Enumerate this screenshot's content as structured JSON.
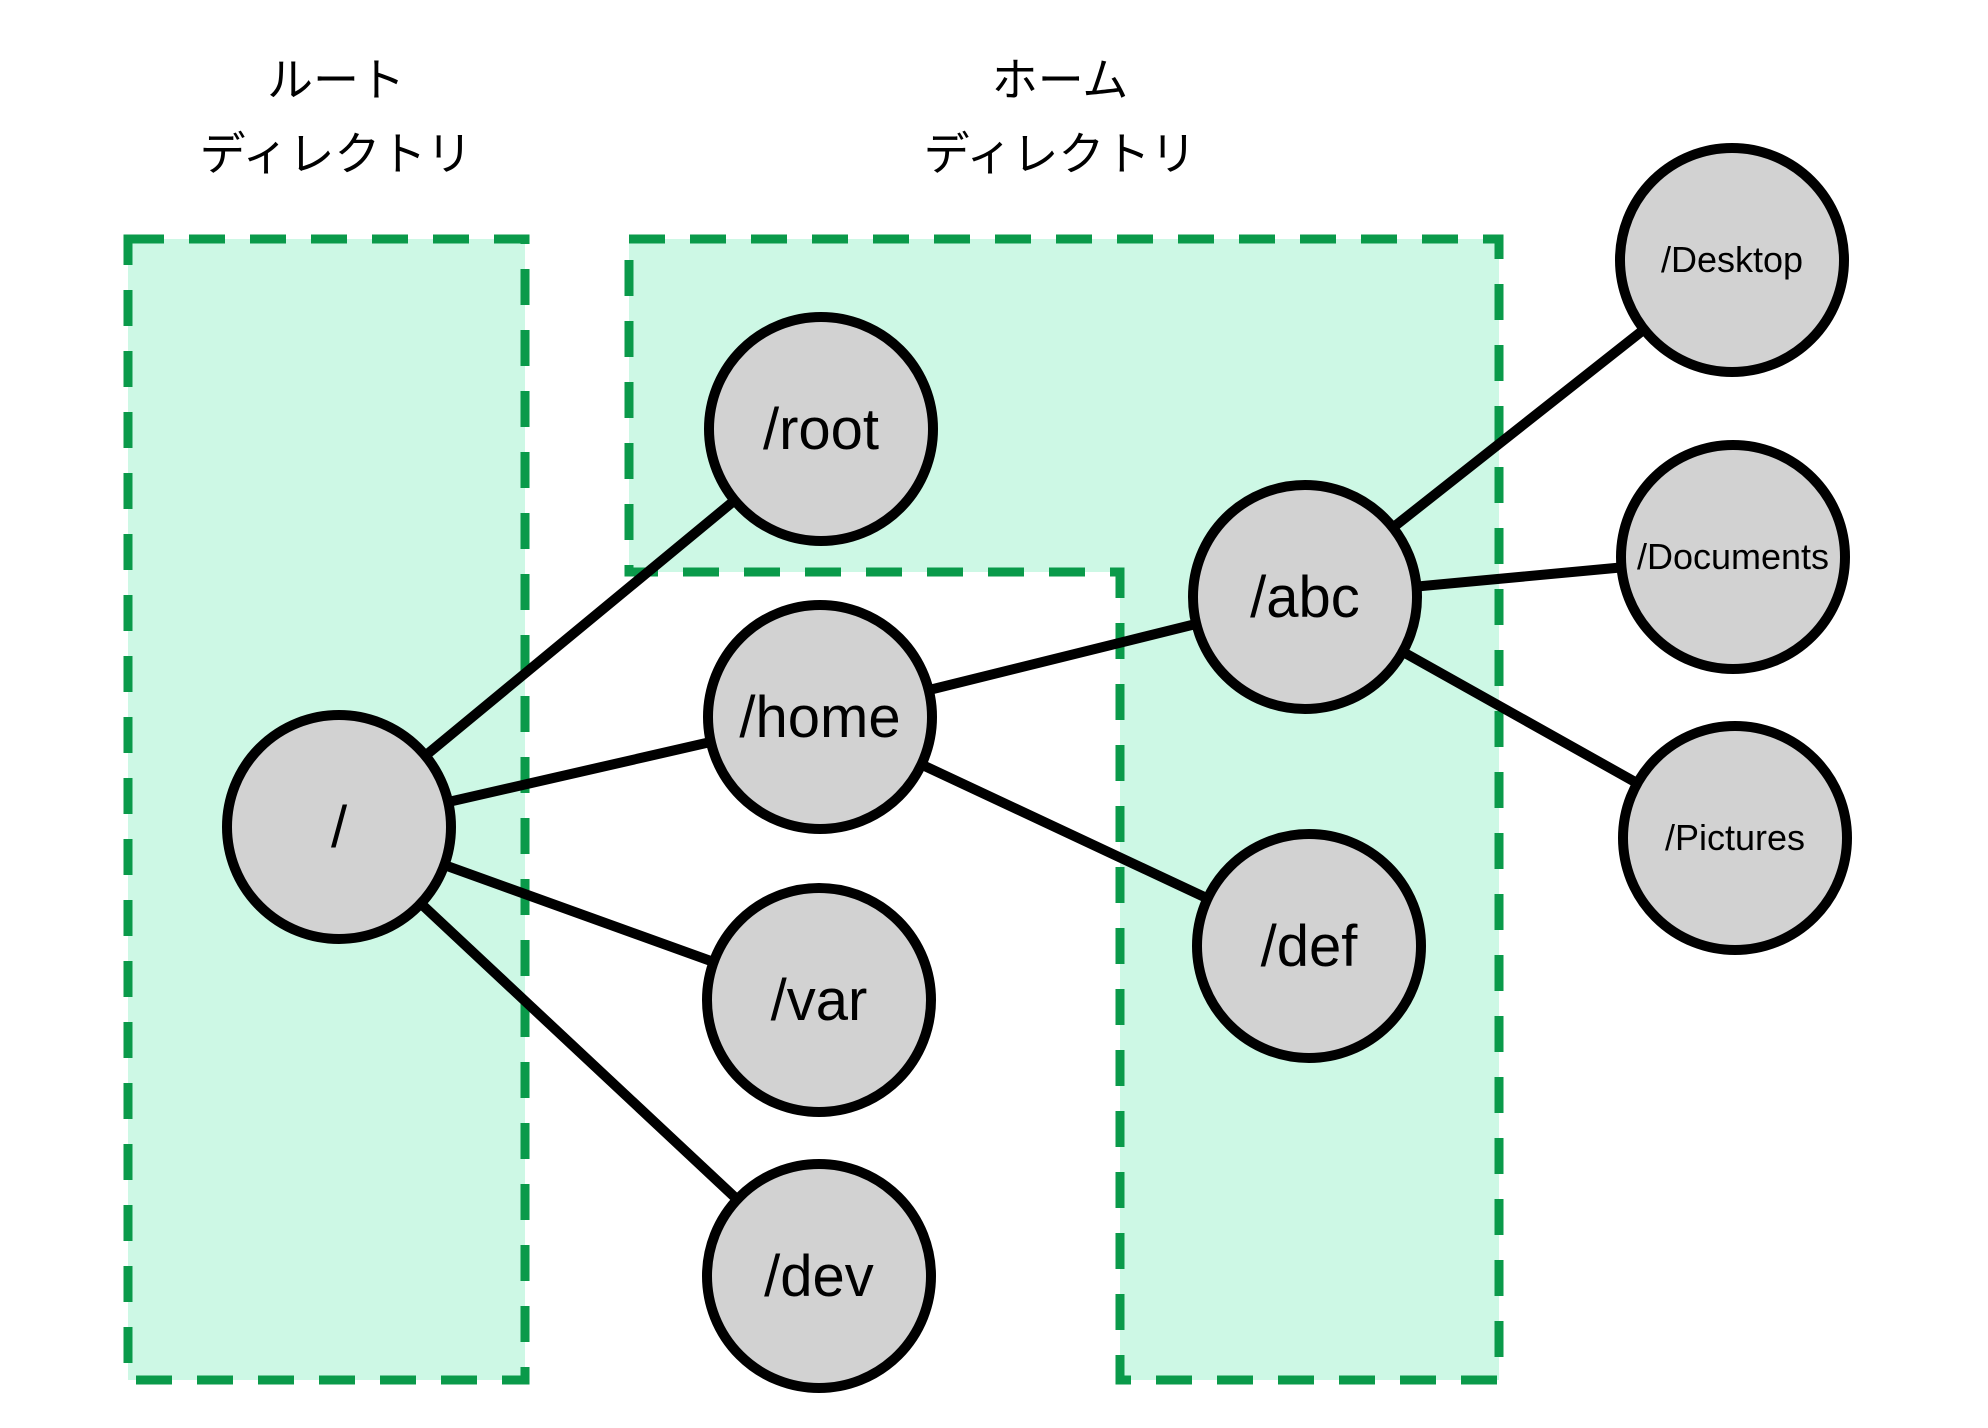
{
  "diagram_title": "Linux filesystem tree with root and home directory regions",
  "colors": {
    "background": "#ffffff",
    "region_fill": "#cdf8e5",
    "region_stroke": "#0a9a4a",
    "node_fill": "#d2d2d2",
    "node_stroke": "#000000",
    "edge_color": "#000000",
    "text_color": "#000000"
  },
  "regions": [
    {
      "id": "root-directory",
      "label_line1": "ルート",
      "label_line2": "ディレクトリ",
      "contains": [
        "/"
      ]
    },
    {
      "id": "home-directory",
      "label_line1": "ホーム",
      "label_line2": "ディレクトリ",
      "contains": [
        "/root",
        "/abc",
        "/def"
      ]
    }
  ],
  "nodes": [
    {
      "id": "slash",
      "label": "/"
    },
    {
      "id": "root",
      "label": "/root"
    },
    {
      "id": "home",
      "label": "/home"
    },
    {
      "id": "var",
      "label": "/var"
    },
    {
      "id": "dev",
      "label": "/dev"
    },
    {
      "id": "abc",
      "label": "/abc"
    },
    {
      "id": "def",
      "label": "/def"
    },
    {
      "id": "desktop",
      "label": "/Desktop"
    },
    {
      "id": "documents",
      "label": "/Documents"
    },
    {
      "id": "pictures",
      "label": "/Pictures"
    }
  ],
  "edges": [
    {
      "from": "/",
      "to": "/root"
    },
    {
      "from": "/",
      "to": "/home"
    },
    {
      "from": "/",
      "to": "/var"
    },
    {
      "from": "/",
      "to": "/dev"
    },
    {
      "from": "/home",
      "to": "/abc"
    },
    {
      "from": "/home",
      "to": "/def"
    },
    {
      "from": "/abc",
      "to": "/Desktop"
    },
    {
      "from": "/abc",
      "to": "/Documents"
    },
    {
      "from": "/abc",
      "to": "/Pictures"
    }
  ]
}
